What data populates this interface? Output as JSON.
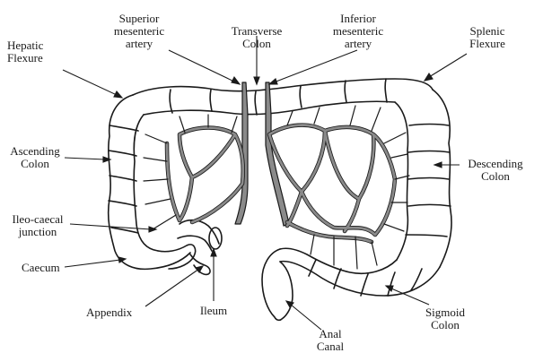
{
  "labels": {
    "superior_mesenteric_artery": [
      "Superior",
      "mesenteric",
      "artery"
    ],
    "transverse_colon": [
      "Transverse",
      "Colon"
    ],
    "inferior_mesenteric_artery": [
      "Inferior",
      "mesenteric",
      "artery"
    ],
    "hepatic_flexure": [
      "Hepatic",
      "Flexure"
    ],
    "splenic_flexure": [
      "Splenic",
      "Flexure"
    ],
    "ascending_colon": [
      "Ascending",
      "Colon"
    ],
    "descending_colon": [
      "Descending",
      "Colon"
    ],
    "ileo_caecal_junction": [
      "Ileo-caecal",
      "junction"
    ],
    "caecum": [
      "Caecum"
    ],
    "appendix": [
      "Appendix"
    ],
    "ileum": [
      "Ileum"
    ],
    "sigmoid_colon": [
      "Sigmoid",
      "Colon"
    ],
    "anal_canal": [
      "Anal",
      "Canal"
    ]
  },
  "colors": {
    "outline": "#1a1a1a",
    "vessel_fill": "#8a8a8a",
    "background": "#ffffff"
  }
}
